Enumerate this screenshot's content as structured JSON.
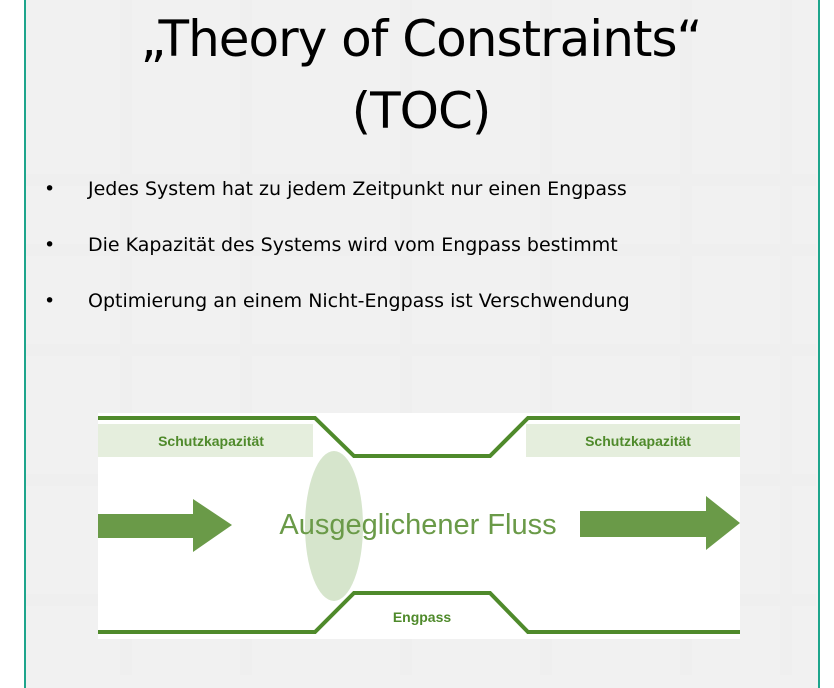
{
  "slide": {
    "title_line1": "„Theory of Constraints“",
    "title_line2": "(TOC)",
    "bullets": [
      "Jedes System hat zu jedem Zeitpunkt nur einen Engpass",
      "Die Kapazität des Systems wird vom Engpass bestimmt",
      "Optimierung an einem Nicht-Engpass ist Verschwendung"
    ],
    "bullet_symbol": "•"
  },
  "diagram": {
    "left_label": "Schutzkapazität",
    "right_label": "Schutzkapazität",
    "flow_label": "Ausgeglichener Fluss",
    "bottleneck_label": "Engpass",
    "colors": {
      "line": "#4f8a2b",
      "text": "#6a9a48",
      "box": "#e5eedd",
      "ellipse": "#d6e5cc",
      "frame": "#1ea58c"
    }
  }
}
